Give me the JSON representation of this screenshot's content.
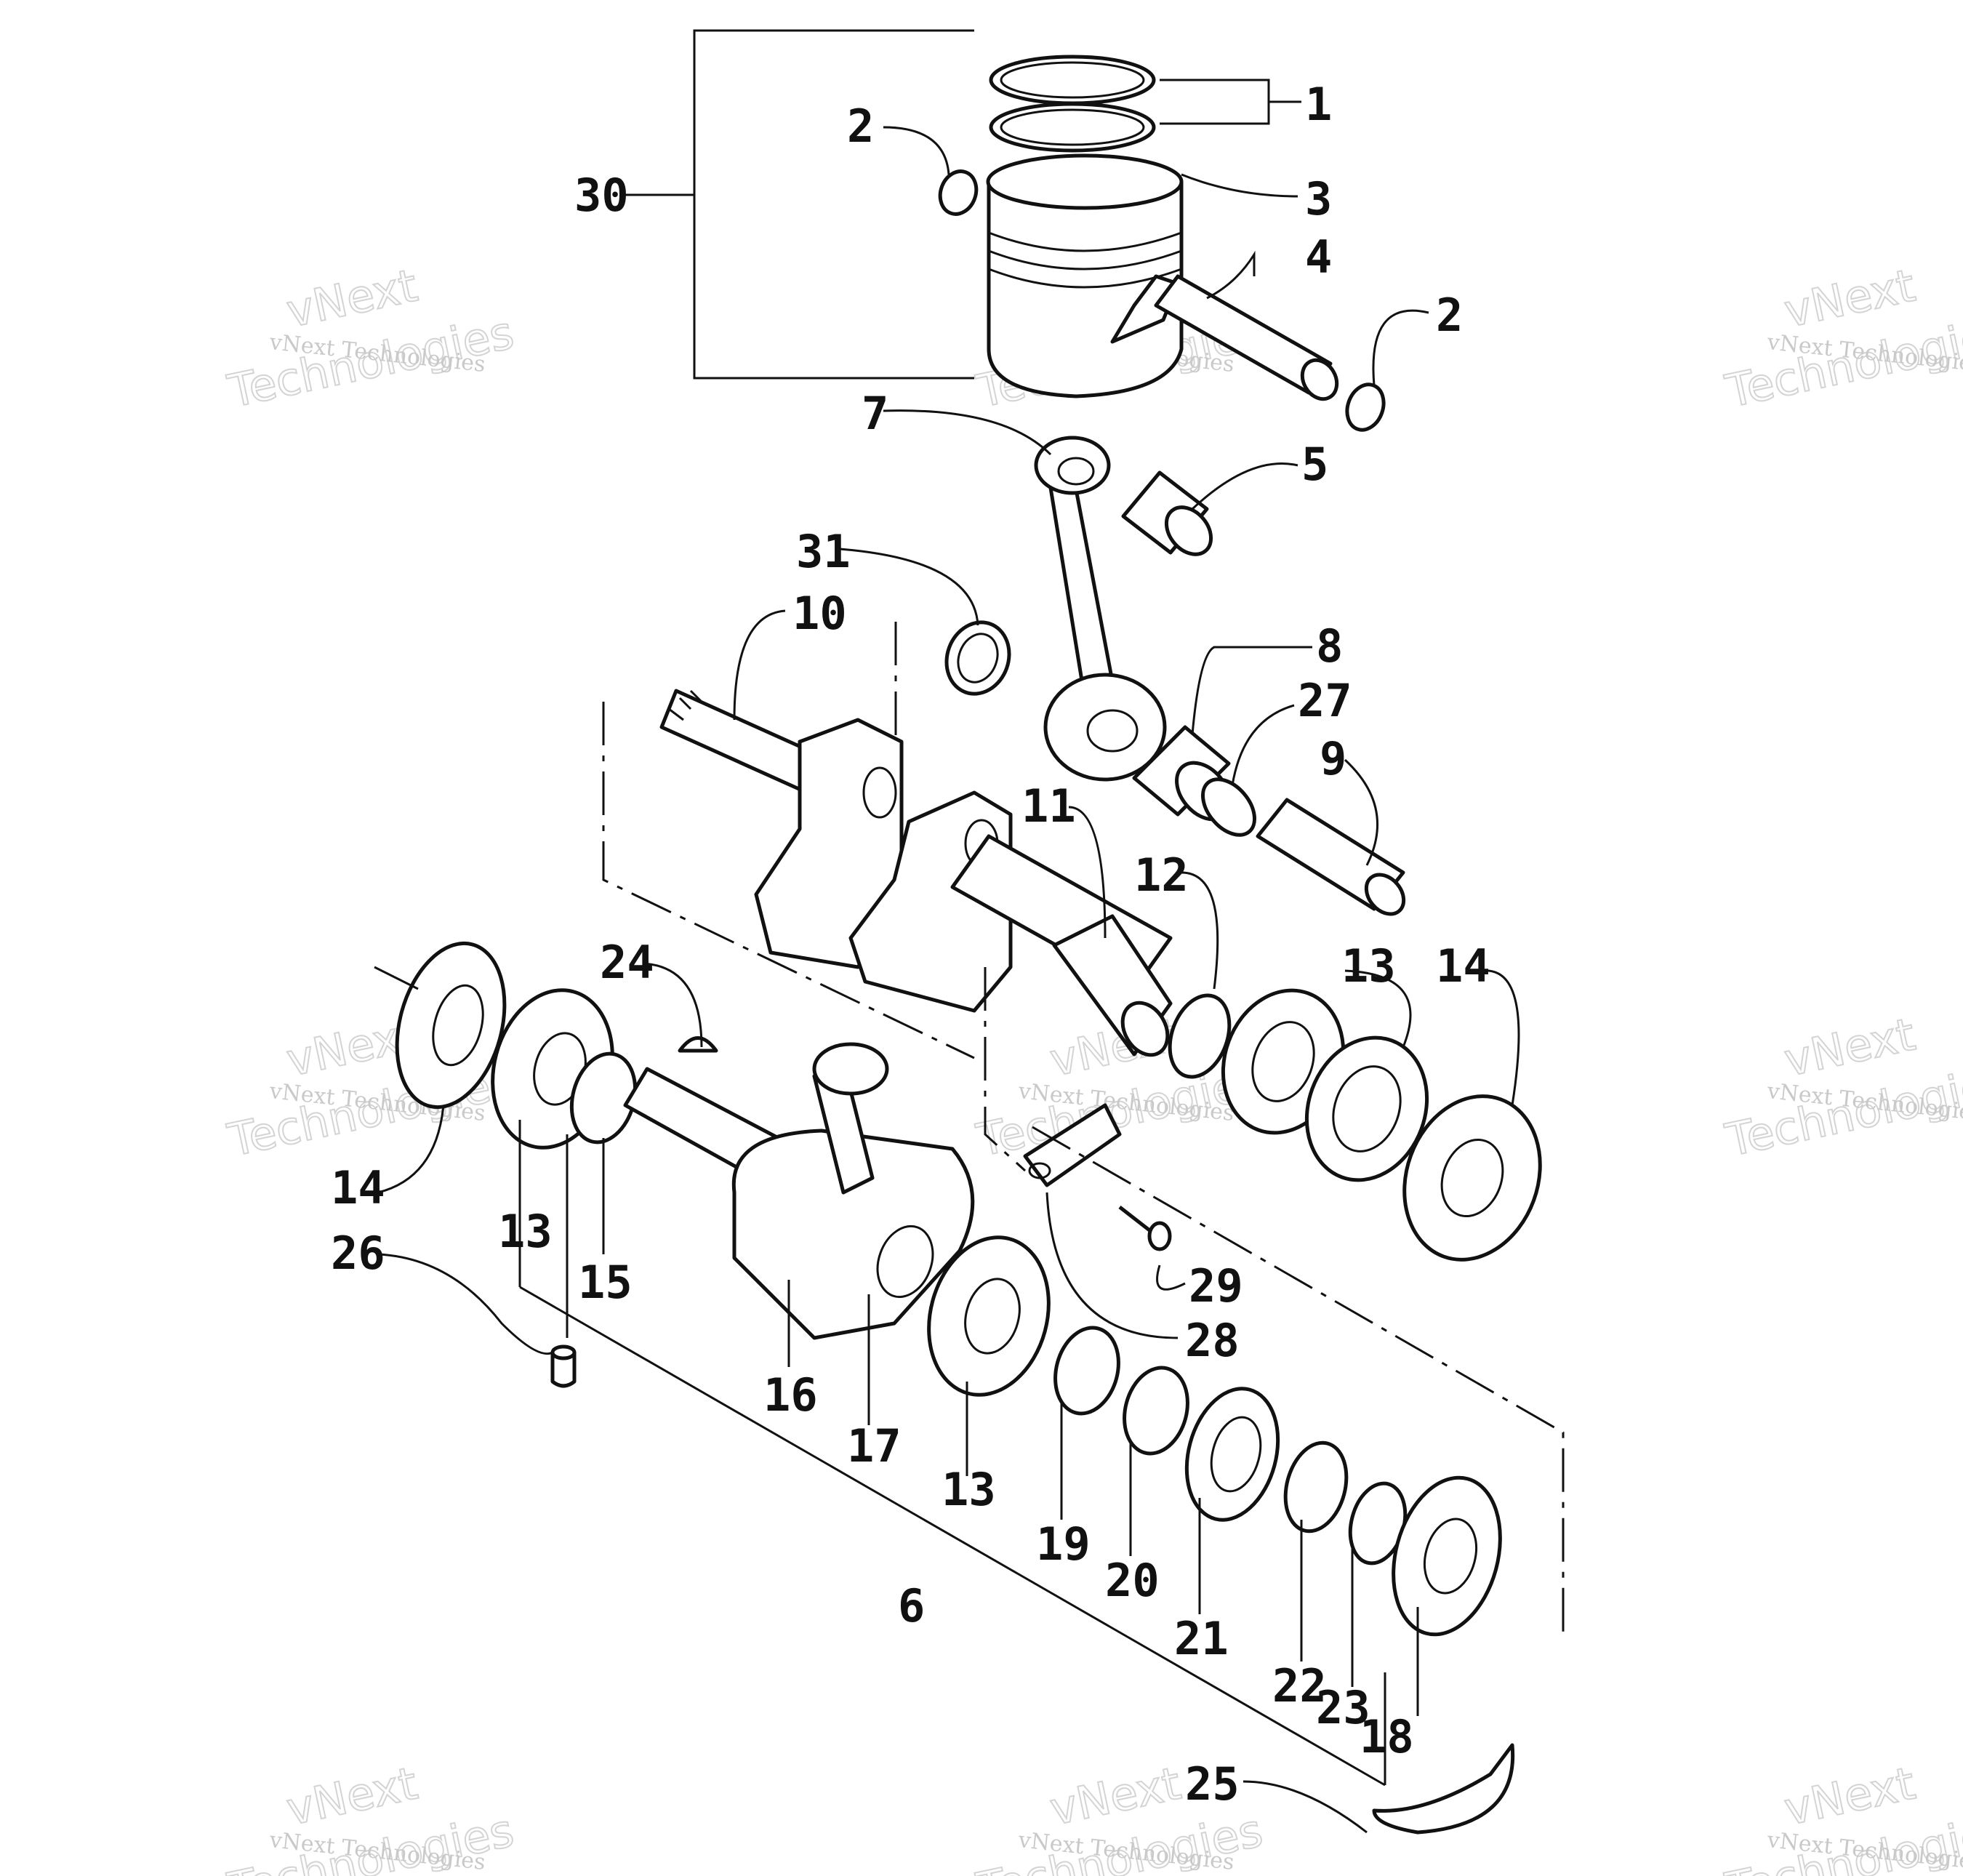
{
  "diagram": {
    "watermark_small": "vNext Technologies",
    "watermark_big_1": "vNext",
    "watermark_big_2": "Technologies",
    "callouts": [
      {
        "id": "c1",
        "label": "1"
      },
      {
        "id": "c2a",
        "label": "2"
      },
      {
        "id": "c2b",
        "label": "2"
      },
      {
        "id": "c3",
        "label": "3"
      },
      {
        "id": "c4",
        "label": "4"
      },
      {
        "id": "c5",
        "label": "5"
      },
      {
        "id": "c6",
        "label": "6"
      },
      {
        "id": "c7",
        "label": "7"
      },
      {
        "id": "c8",
        "label": "8"
      },
      {
        "id": "c9",
        "label": "9"
      },
      {
        "id": "c10",
        "label": "10"
      },
      {
        "id": "c11",
        "label": "11"
      },
      {
        "id": "c12",
        "label": "12"
      },
      {
        "id": "c13a",
        "label": "13"
      },
      {
        "id": "c13b",
        "label": "13"
      },
      {
        "id": "c13c",
        "label": "13"
      },
      {
        "id": "c14a",
        "label": "14"
      },
      {
        "id": "c14b",
        "label": "14"
      },
      {
        "id": "c15",
        "label": "15"
      },
      {
        "id": "c16",
        "label": "16"
      },
      {
        "id": "c17",
        "label": "17"
      },
      {
        "id": "c18",
        "label": "18"
      },
      {
        "id": "c19",
        "label": "19"
      },
      {
        "id": "c20",
        "label": "20"
      },
      {
        "id": "c21",
        "label": "21"
      },
      {
        "id": "c22",
        "label": "22"
      },
      {
        "id": "c23",
        "label": "23"
      },
      {
        "id": "c24",
        "label": "24"
      },
      {
        "id": "c25",
        "label": "25"
      },
      {
        "id": "c26",
        "label": "26"
      },
      {
        "id": "c27",
        "label": "27"
      },
      {
        "id": "c28",
        "label": "28"
      },
      {
        "id": "c29",
        "label": "29"
      },
      {
        "id": "c30",
        "label": "30"
      },
      {
        "id": "c31",
        "label": "31"
      }
    ]
  }
}
